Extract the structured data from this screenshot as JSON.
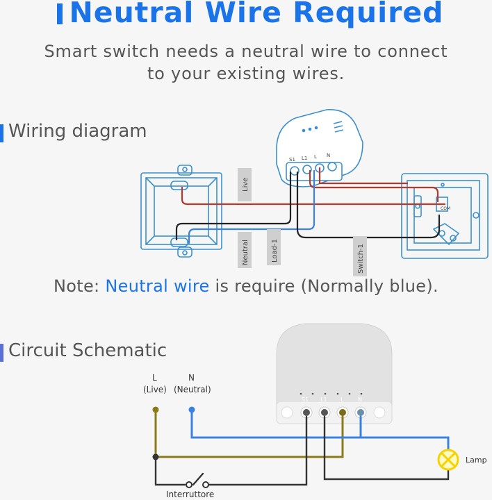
{
  "header": {
    "title": "Neutral Wire Required",
    "subtitle_line1": "Smart switch needs a neutral wire to connect",
    "subtitle_line2": "to your existing wires."
  },
  "wiring": {
    "heading": "Wiring diagram",
    "labels": {
      "live": "Live",
      "neutral": "Neutral",
      "load": "Load-1",
      "switch": "Switch-1",
      "com": "COM"
    },
    "terminals": [
      "S1",
      "L1",
      "L",
      "N"
    ]
  },
  "note": {
    "prefix": "Note:",
    "highlight": "Neutral wire",
    "suffix": "is require (Normally blue)."
  },
  "schematic": {
    "heading": "Circuit Schematic",
    "live_label": "L",
    "live_sub": "(Live)",
    "neutral_label": "N",
    "neutral_sub": "(Neutral)",
    "terminals": [
      "S1",
      "L1",
      "L",
      "N"
    ],
    "lamp_label": "Lamp",
    "switch_label": "Interruttore"
  },
  "colors": {
    "accent": "#1a73e8",
    "live_wire": "#b03a2e",
    "neutral_wire": "#3b82e0",
    "load_wire": "#222222",
    "schematic_live": "#8b7a1a",
    "lamp": "#f5d200"
  }
}
